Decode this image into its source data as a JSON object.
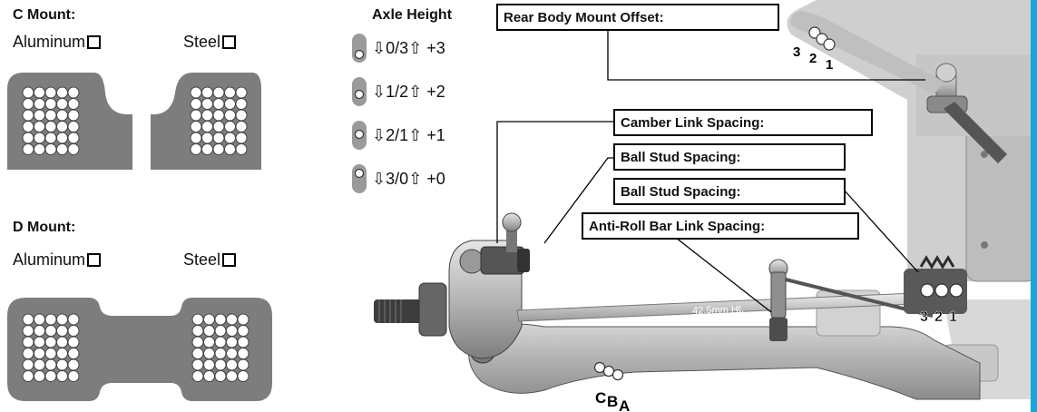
{
  "c_mount": {
    "title": "C Mount:",
    "aluminum_label": "Aluminum",
    "steel_label": "Steel"
  },
  "d_mount": {
    "title": "D Mount:",
    "aluminum_label": "Aluminum",
    "steel_label": "Steel"
  },
  "axle_height": {
    "title": "Axle Height",
    "rows": [
      {
        "text": "⇩0/3⇧ +3"
      },
      {
        "text": "⇩1/2⇧ +2"
      },
      {
        "text": "⇩2/1⇧ +1"
      },
      {
        "text": "⇩3/0⇧ +0"
      }
    ]
  },
  "callouts": {
    "rear_body_mount_offset": "Rear Body Mount Offset:",
    "camber_link_spacing": "Camber Link Spacing:",
    "ball_stud_spacing_1": "Ball Stud Spacing:",
    "ball_stud_spacing_2": "Ball Stud Spacing:",
    "anti_roll_bar_link_spacing": "Anti-Roll Bar Link Spacing:"
  },
  "hole_labels": {
    "body_mount": [
      "3",
      "2",
      "1"
    ],
    "hub": [
      "3",
      "2",
      "1"
    ],
    "arm_c": "C",
    "arm_b": "B",
    "arm_a": "A"
  },
  "bar_marking": "42.5mm Ht.",
  "colors": {
    "plate_gray": "#7d7d7d",
    "part_light": "#d9d9d9",
    "part_mid": "#a8a8a8",
    "part_dark": "#4a4a4a",
    "accent_cyan": "#1aa6d8"
  }
}
